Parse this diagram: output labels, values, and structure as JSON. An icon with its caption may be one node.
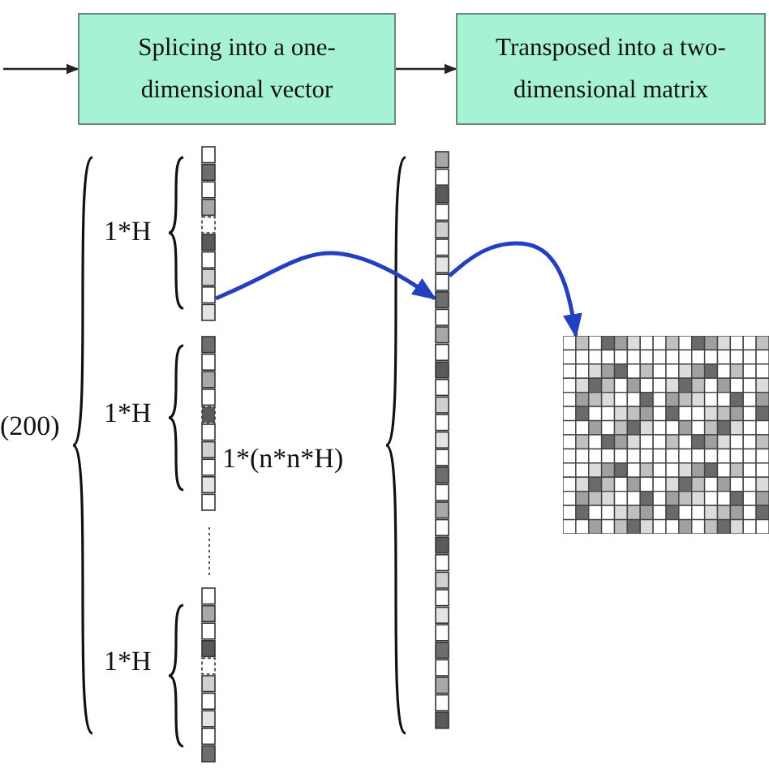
{
  "diagram": {
    "nodes": [
      {
        "text": [
          "Splicing into a one-dimensional vector"
        ]
      },
      {
        "text": [
          "Transposed into a two-dimensional matrix"
        ]
      },
      {
        "text": [],
        "shape": "bar"
      },
      {
        "text": [],
        "shape": "bar"
      },
      {
        "text": [],
        "shape": "bar"
      },
      {
        "text": [],
        "shape": "bar"
      },
      {
        "text": [],
        "shape": "box"
      }
    ],
    "edges": [
      {
        "from": null,
        "to": 0,
        "arrow": "to"
      },
      {
        "from": 0,
        "to": 1,
        "arrow": "to"
      },
      {
        "from": 2,
        "to": 5,
        "arrow": "to",
        "color": "#2440c0"
      },
      {
        "from": 5,
        "to": 6,
        "arrow": "to",
        "color": "#2440c0"
      }
    ],
    "labels": [
      "(200)",
      "1*H",
      "1*H",
      "1*(n*n*H)",
      "1*H"
    ]
  }
}
